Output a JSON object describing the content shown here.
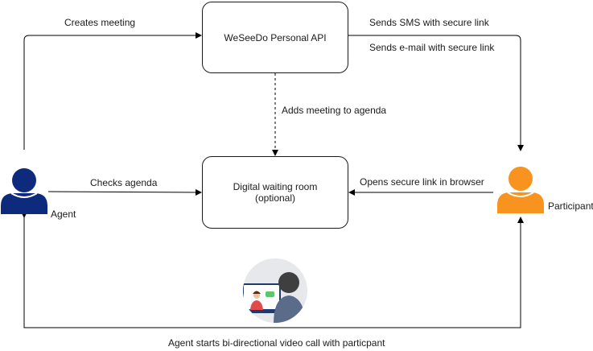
{
  "nodes": {
    "api": {
      "label": "WeSeeDo Personal API"
    },
    "waiting_room": {
      "line1": "Digital waiting room",
      "line2": "(optional)"
    },
    "agent": {
      "label": "Agent",
      "color": "#0d2a7c"
    },
    "participant": {
      "label": "Participant",
      "color": "#f7931e"
    }
  },
  "edges": {
    "creates_meeting": "Creates meeting",
    "sends_sms": "Sends SMS with secure link",
    "sends_email": "Sends e-mail with secure link",
    "adds_to_agenda": "Adds meeting to agenda",
    "checks_agenda": "Checks agenda",
    "opens_link": "Opens secure link in browser",
    "video_call": "Agent starts bi-directional video call with particpant"
  },
  "icons": {
    "video_call": "video-call-icon"
  }
}
